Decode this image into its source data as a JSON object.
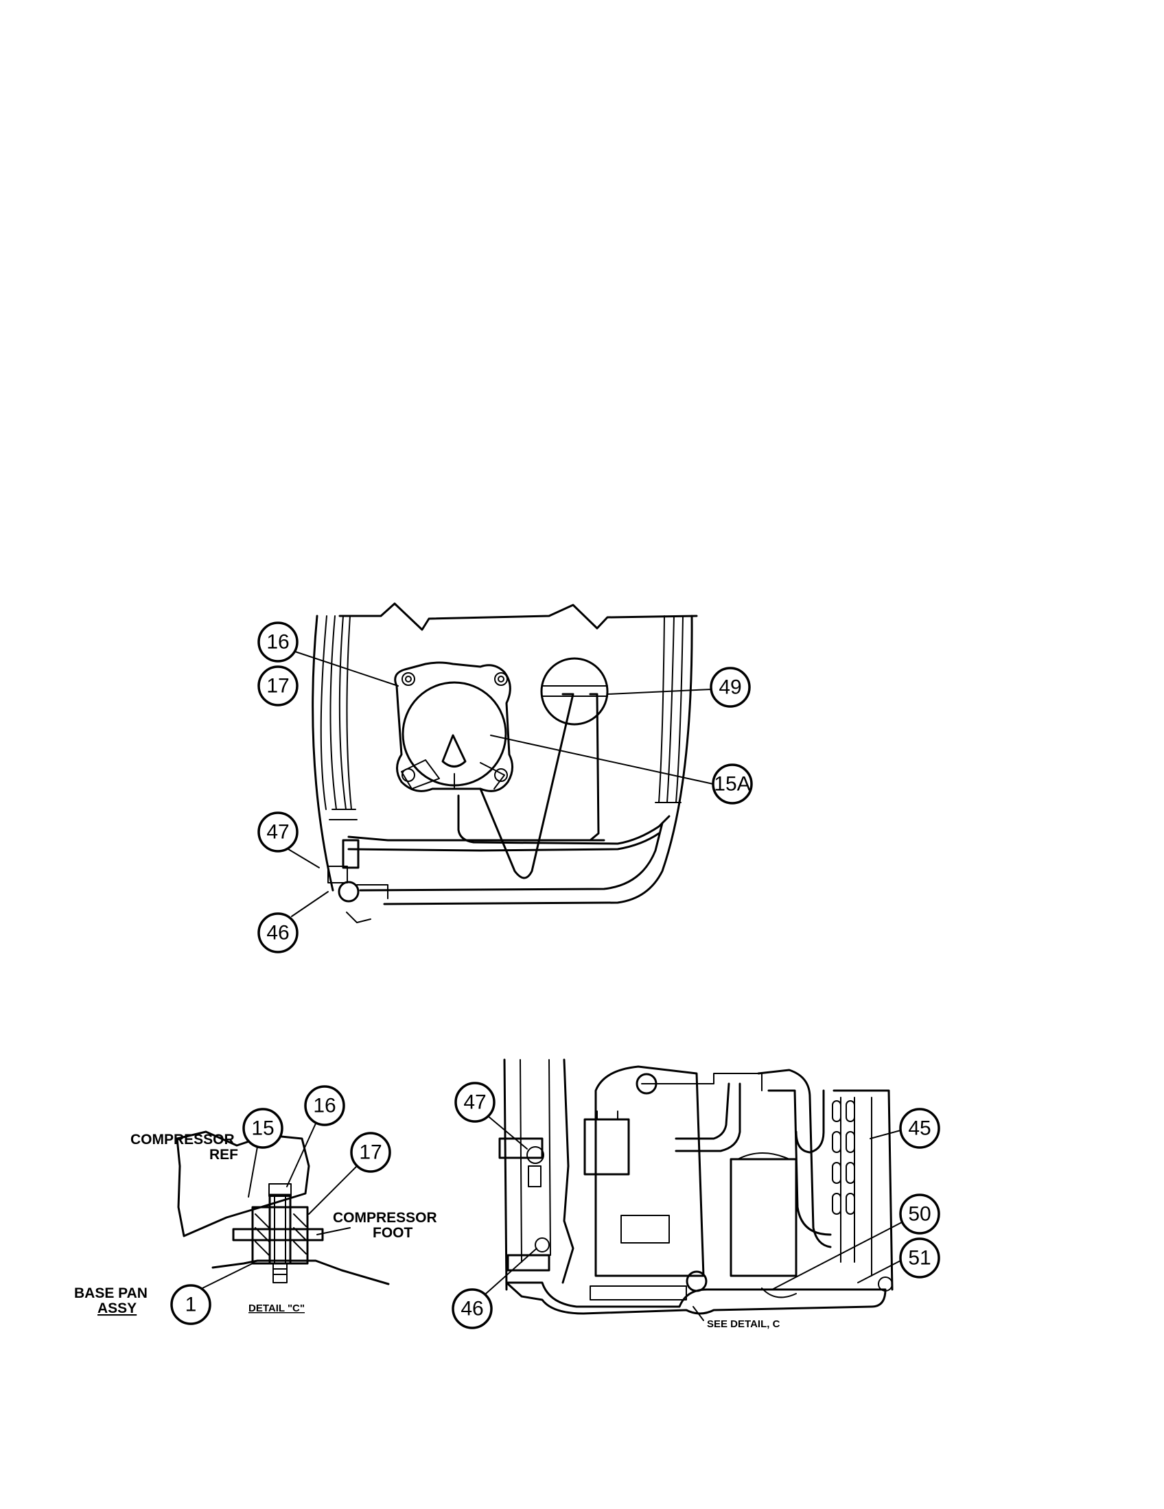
{
  "callouts": {
    "top": {
      "c16": "16",
      "c17": "17",
      "c49": "49",
      "c15a": "15A",
      "c47": "47",
      "c46": "46"
    },
    "detail": {
      "c15": "15",
      "c16": "16",
      "c17": "17",
      "c1": "1"
    },
    "side": {
      "c47": "47",
      "c46": "46",
      "c45": "45",
      "c50": "50",
      "c51": "51"
    }
  },
  "labels": {
    "compressor_ref_line1": "COMPRESSOR",
    "compressor_ref_line2": "REF",
    "compressor_foot_line1": "COMPRESSOR",
    "compressor_foot_line2": "FOOT",
    "base_pan_line1": "BASE PAN",
    "base_pan_line2": "ASSY",
    "detail_c": "DETAIL \"C\"",
    "see_detail_c": "SEE DETAIL, C"
  }
}
